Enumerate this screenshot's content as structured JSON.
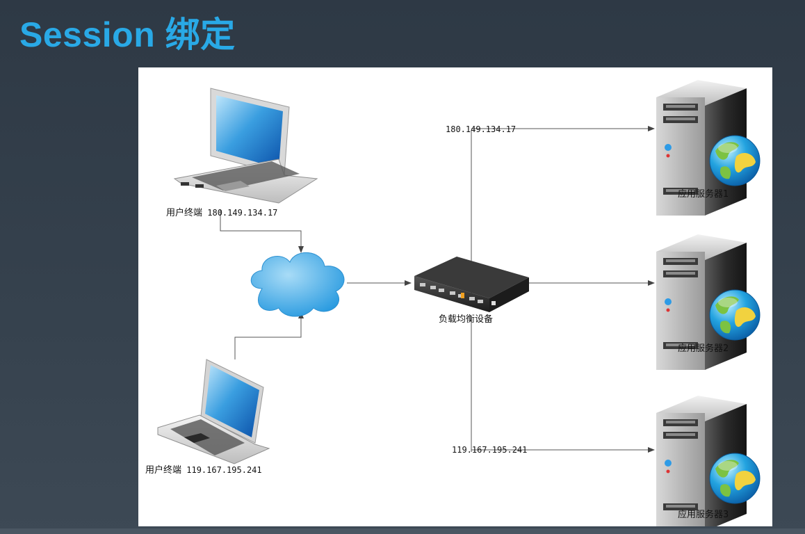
{
  "slide": {
    "title": "Session 绑定"
  },
  "clients": [
    {
      "label": "用户终端",
      "ip": "180.149.134.17"
    },
    {
      "label": "用户终端",
      "ip": "119.167.195.241"
    }
  ],
  "load_balancer": {
    "label": "负载均衡设备"
  },
  "routes": [
    {
      "ip": "180.149.134.17"
    },
    {
      "ip": "119.167.195.241"
    }
  ],
  "servers": [
    {
      "label": "应用服务器1"
    },
    {
      "label": "应用服务器2"
    },
    {
      "label": "应用服务器3"
    }
  ],
  "colors": {
    "title": "#29a9e6",
    "background": "#333e4a",
    "line": "#555555",
    "cloud": "#3aaae3"
  },
  "icons": [
    "laptop-icon",
    "cloud-icon",
    "network-switch-icon",
    "server-icon",
    "globe-icon"
  ]
}
